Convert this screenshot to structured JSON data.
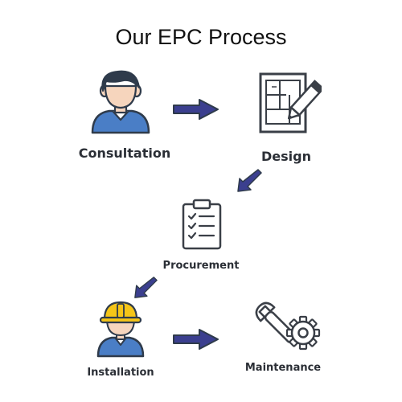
{
  "title": "Our EPC Process",
  "steps": [
    {
      "label": "Consultation",
      "icon": "person-icon"
    },
    {
      "label": "Design",
      "icon": "blueprint-pencil-icon"
    },
    {
      "label": "Procurement",
      "icon": "clipboard-checklist-icon"
    },
    {
      "label": "Installation",
      "icon": "worker-hardhat-icon"
    },
    {
      "label": "Maintenance",
      "icon": "wrench-gear-icon"
    }
  ],
  "colors": {
    "arrow": "#3b3f8f",
    "skin": "#f6d5bd",
    "hair": "#2f3b4b",
    "shirt": "#4a7ec6",
    "hardhat": "#f5c518",
    "outline": "#2f3b4b",
    "line": "#3a3f47"
  }
}
